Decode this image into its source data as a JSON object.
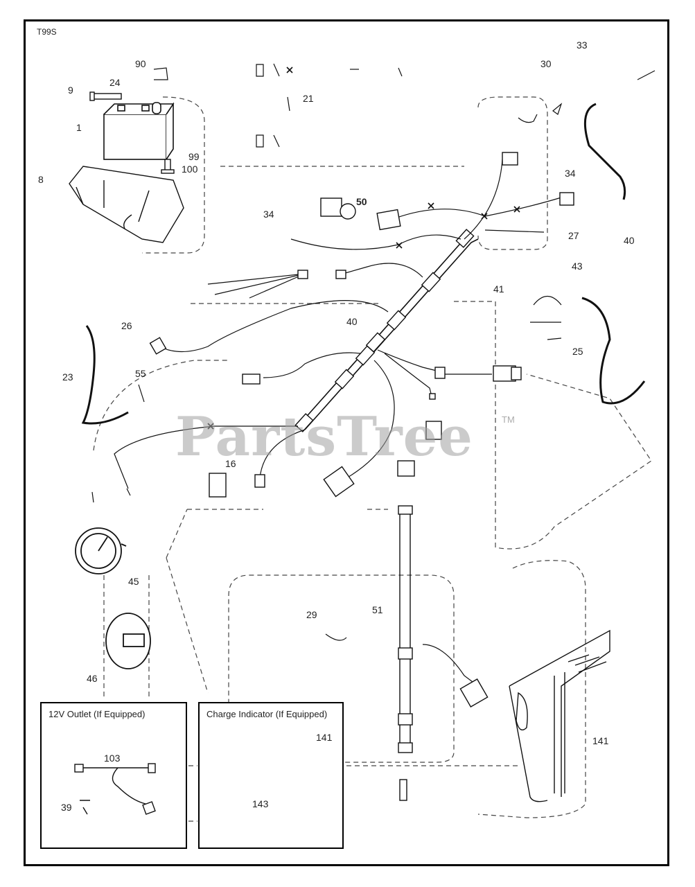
{
  "figure_id": "T99S",
  "watermark": {
    "brand": "PartsTree",
    "trademark": "TM"
  },
  "callouts": [
    "90",
    "24",
    "9",
    "1",
    "8",
    "99",
    "100",
    "21",
    "30",
    "33",
    "34",
    "50",
    "34",
    "27",
    "40",
    "43",
    "41",
    "26",
    "40",
    "25",
    "55",
    "23",
    "16",
    "45",
    "29",
    "51",
    "46",
    "141",
    "103",
    "39",
    "141",
    "143"
  ],
  "insets": {
    "outlet": {
      "title": "12V Outlet (If Equipped)"
    },
    "charge": {
      "title": "Charge Indicator (If Equipped)"
    }
  }
}
